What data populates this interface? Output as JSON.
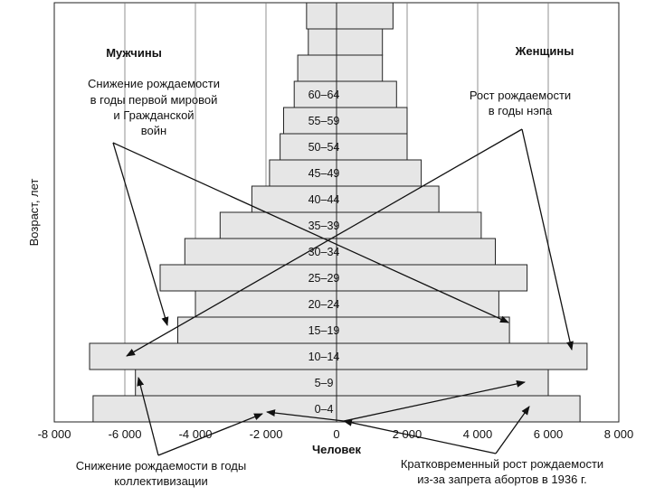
{
  "chart_data": {
    "type": "bar",
    "orientation": "horizontal",
    "subtype": "population-pyramid",
    "xlabel": "Человек",
    "ylabel": "Возраст, лет",
    "xlim": [
      -8000,
      8000
    ],
    "x_ticks": [
      -8000,
      -6000,
      -4000,
      -2000,
      0,
      2000,
      4000,
      6000,
      8000
    ],
    "x_tick_labels": [
      "-8 000",
      "-6 000",
      "-4 000",
      "-2 000",
      "0",
      "2 000",
      "4 000",
      "6 000",
      "8 000"
    ],
    "grid": "vertical",
    "categories": [
      "0–4",
      "5–9",
      "10–14",
      "15–19",
      "20–24",
      "25–29",
      "30–34",
      "35–39",
      "40–44",
      "45–49",
      "50–54",
      "55–59",
      "60–64",
      "",
      "",
      ""
    ],
    "series": [
      {
        "name": "Мужчины",
        "values": [
          -6900,
          -5700,
          -7000,
          -4500,
          -4000,
          -5000,
          -4300,
          -3300,
          -2400,
          -1900,
          -1600,
          -1500,
          -1200,
          -1100,
          -800,
          -850
        ]
      },
      {
        "name": "Женщины",
        "values": [
          6900,
          6000,
          7100,
          4900,
          4600,
          5400,
          4500,
          4100,
          2900,
          2400,
          2000,
          2000,
          1700,
          1300,
          1300,
          1600
        ]
      }
    ],
    "annotations": [
      "Снижение рождаемости в годы первой мировой и Гражданской войн",
      "Рост рождаемости в годы нэпа",
      "Снижение рождаемости в годы коллективизации",
      "Кратковременный рост рождаемости из-за запрета абортов в 1936 г."
    ]
  },
  "labels": {
    "men": "Мужчины",
    "women": "Женщины",
    "ann_ww1": [
      "Снижение рождаемости",
      "в годы первой мировой",
      "и Гражданской",
      "войн"
    ],
    "ann_nep": [
      "Рост рождаемости",
      "в годы нэпа"
    ],
    "ann_collect": [
      "Снижение рождаемости в годы",
      "коллективизации"
    ],
    "ann_1936": [
      "Кратковременный рост рождаемости",
      "из-за запрета абортов в 1936 г."
    ]
  },
  "colors": {
    "bar": "#e6e6e6",
    "stroke": "#222222",
    "grid": "#777777"
  }
}
